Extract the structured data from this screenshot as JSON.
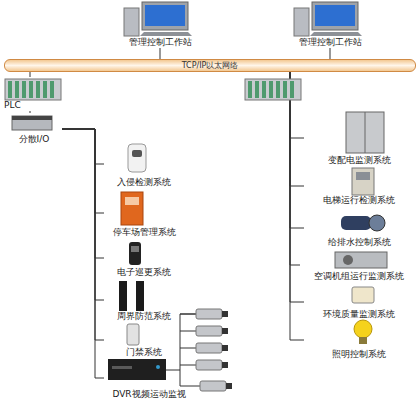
{
  "diagram": {
    "nodes": [
      {
        "text": [
          "管理控制工作站"
        ]
      },
      {
        "text": [
          "管理控制工作站"
        ]
      },
      {
        "text": [
          "TCP/IP以太网络"
        ]
      },
      {
        "text": [
          "PLC"
        ]
      },
      {
        "text": [
          "分散I/O"
        ]
      },
      {
        "text": [
          "入侵检测系统"
        ]
      },
      {
        "text": [
          "停车场管理系统"
        ]
      },
      {
        "text": [
          "电子巡更系统"
        ]
      },
      {
        "text": [
          "周界防范系统"
        ]
      },
      {
        "text": [
          "门禁系统"
        ]
      },
      {
        "text": [
          "DVR视频运动监视"
        ]
      },
      {
        "text": [
          "变配电监测系统"
        ]
      },
      {
        "text": [
          "电梯运行检测系统"
        ]
      },
      {
        "text": [
          "给排水控制系统"
        ]
      },
      {
        "text": [
          "空调机组运行监测系统"
        ]
      },
      {
        "text": [
          "环境质量监测系统"
        ]
      },
      {
        "text": [
          "照明控制系统"
        ]
      }
    ],
    "edges": [
      {
        "from": 0,
        "to": 2,
        "arrow": "none"
      },
      {
        "from": 1,
        "to": 2,
        "arrow": "none"
      },
      {
        "from": 2,
        "to": 3,
        "arrow": "none"
      },
      {
        "from": 3,
        "to": 4,
        "arrow": "none"
      },
      {
        "from": 4,
        "to": 5,
        "arrow": "none"
      },
      {
        "from": 4,
        "to": 6,
        "arrow": "none"
      },
      {
        "from": 4,
        "to": 7,
        "arrow": "none"
      },
      {
        "from": 4,
        "to": 8,
        "arrow": "none"
      },
      {
        "from": 4,
        "to": 9,
        "arrow": "none"
      },
      {
        "from": 4,
        "to": 10,
        "arrow": "none"
      },
      {
        "from": 2,
        "to": 11,
        "arrow": "none"
      },
      {
        "from": 2,
        "to": 12,
        "arrow": "none"
      },
      {
        "from": 2,
        "to": 13,
        "arrow": "none"
      },
      {
        "from": 2,
        "to": 14,
        "arrow": "none"
      },
      {
        "from": 2,
        "to": 15,
        "arrow": "none"
      },
      {
        "from": 2,
        "to": 16,
        "arrow": "none"
      }
    ]
  }
}
